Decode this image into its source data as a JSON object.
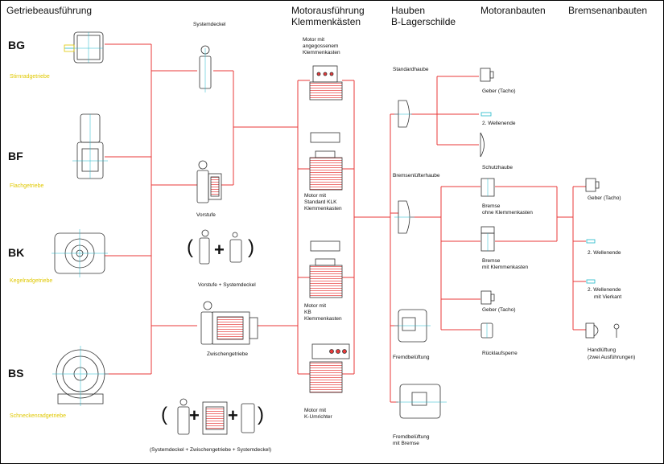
{
  "headers": {
    "gearbox": "Getriebeausführung",
    "motor_line1": "Motorausführung",
    "motor_line2": "Klemmenkästen",
    "hoods_line1": "Hauben",
    "hoods_line2": "B-Lagerschilde",
    "motor_addons": "Motoranbauten",
    "brake_addons": "Bremsenanbauten"
  },
  "gear_types": [
    {
      "code": "BG",
      "name": "Stirnradgetriebe"
    },
    {
      "code": "BF",
      "name": "Flachgetriebe"
    },
    {
      "code": "BK",
      "name": "Kegelradgetriebe"
    },
    {
      "code": "BS",
      "name": "Schneckenradgetriebe"
    }
  ],
  "options": {
    "systemdeckel": "Systemdeckel",
    "vorstufe": "Vorstufe",
    "vorstufe_system": "Vorstufe + Systemdeckel",
    "zwischengetriebe": "Zwischengetriebe",
    "combo": "(Systemdeckel + Zwischengetriebe + Systemdeckel)",
    "paren_open": "(",
    "paren_close": ")",
    "plus": "+"
  },
  "motors": {
    "m1_l1": "Motor mit",
    "m1_l2": "angegossenem",
    "m1_l3": "Klemmenkasten",
    "m2_l1": "Motor mit",
    "m2_l2": "Standard KLK",
    "m2_l3": "Klemmenkasten",
    "m3_l1": "Motor mit",
    "m3_l2": "KB",
    "m3_l3": "Klemmenkasten",
    "m4_l1": "Motor mit",
    "m4_l2": "K-Umrichter"
  },
  "hoods": {
    "standard": "Standardhaube",
    "brake_fan": "Bremsenlüfterhaube",
    "forced": "Fremdbelüftung",
    "forced_brake_l1": "Fremdbelüftung",
    "forced_brake_l2": "mit Bremse"
  },
  "motor_addons": {
    "encoder": "Geber (Tacho)",
    "shaft2": "2. Wellenende",
    "guard": "Schutzhaube",
    "brake1_l1": "Bremse",
    "brake1_l2": "ohne Klemmenkasten",
    "brake2_l1": "Bremse",
    "brake2_l2": "mit Klemmenkasten",
    "encoder2": "Geber (Tacho)",
    "backstop": "Rücklaufsperre"
  },
  "brake_addons": {
    "encoder": "Geber (Tacho)",
    "shaft2": "2. Wellenende",
    "shaft2sq_l1": "2. Wellenende",
    "shaft2sq_l2": "mit Vierkant",
    "manual_l1": "Handlüftung",
    "manual_l2": "(zwei Ausführungen)"
  },
  "colors": {
    "line": "#e83a3a",
    "accent": "#e0c800",
    "cyan": "#1fb7c9",
    "outline": "#333333"
  }
}
